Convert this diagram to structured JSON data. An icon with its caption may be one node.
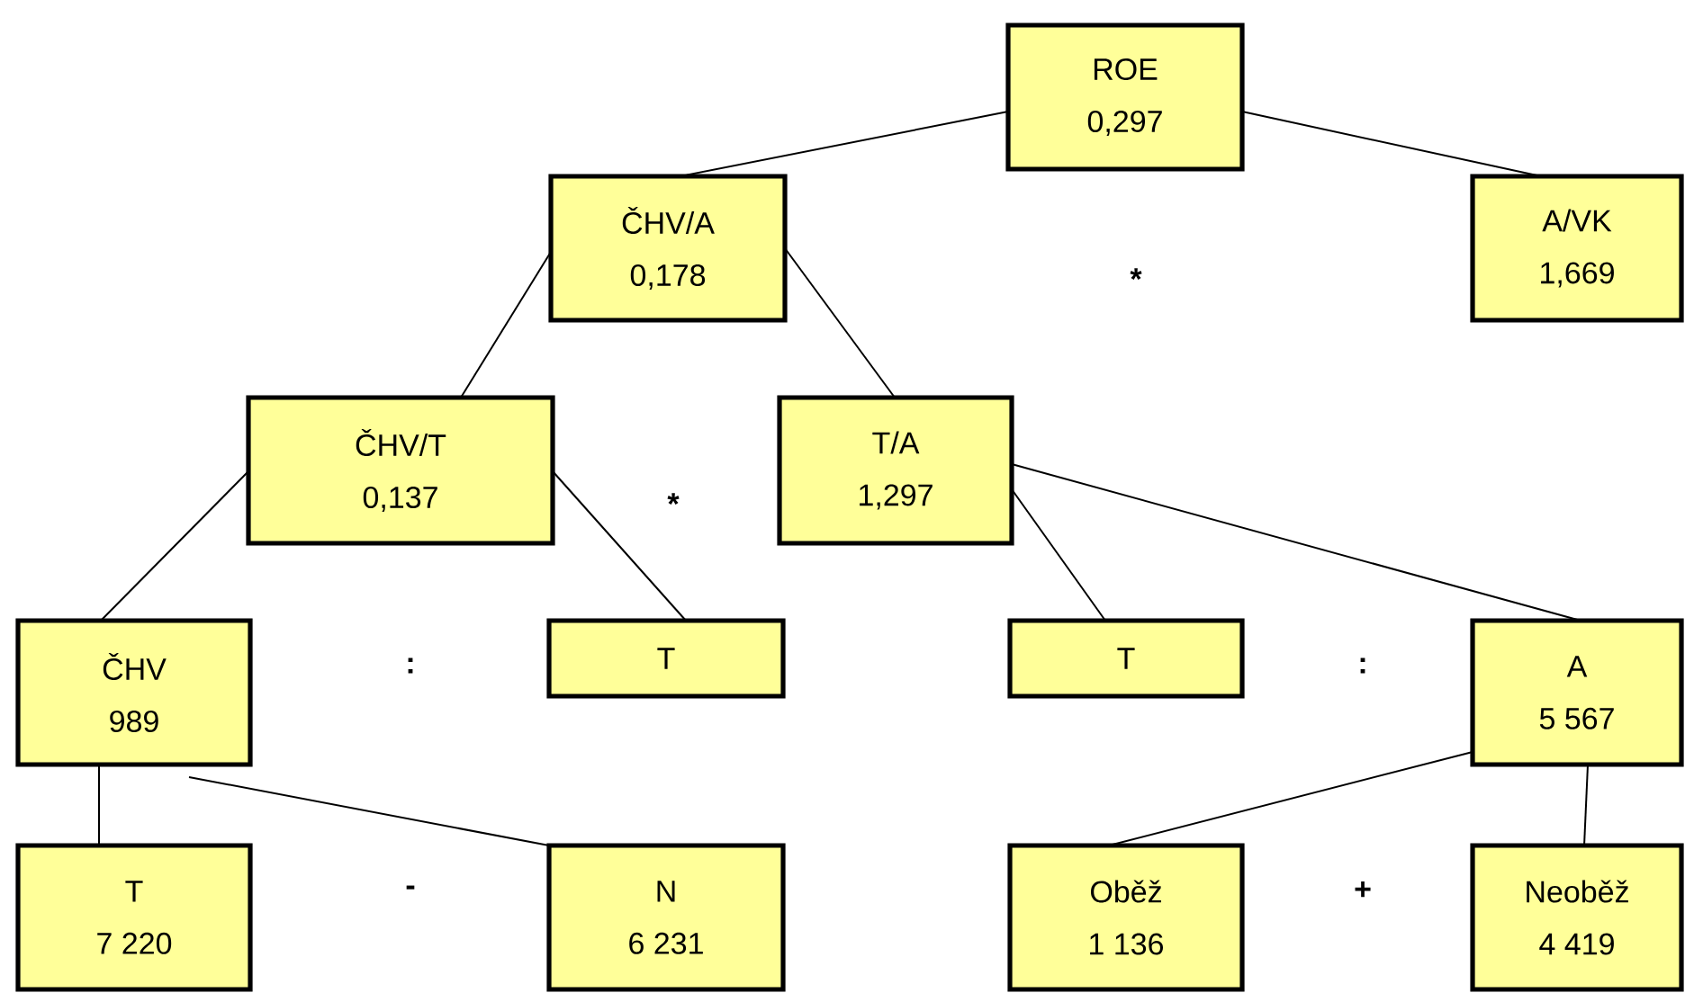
{
  "diagram": {
    "nodes": [
      {
        "text": [
          "ROE",
          "0,297"
        ]
      },
      {
        "text": [
          "ČHV/A",
          "0,178"
        ]
      },
      {
        "text": [
          "A/VK",
          "1,669"
        ]
      },
      {
        "text": [
          "ČHV/T",
          "0,137"
        ]
      },
      {
        "text": [
          "T/A",
          "1,297"
        ]
      },
      {
        "text": [
          "ČHV",
          "989"
        ]
      },
      {
        "text": [
          "T"
        ]
      },
      {
        "text": [
          "T"
        ]
      },
      {
        "text": [
          "A",
          "5 567"
        ]
      },
      {
        "text": [
          "T",
          "7 220"
        ]
      },
      {
        "text": [
          "N",
          "6 231"
        ]
      },
      {
        "text": [
          "Oběž",
          "1 136"
        ]
      },
      {
        "text": [
          "Neoběž",
          "4 419"
        ]
      }
    ],
    "edges": [
      {
        "from": 0,
        "to": 1,
        "arrow": "none"
      },
      {
        "from": 0,
        "to": 2,
        "arrow": "none"
      },
      {
        "from": 1,
        "to": 3,
        "arrow": "none"
      },
      {
        "from": 1,
        "to": 4,
        "arrow": "none"
      },
      {
        "from": 3,
        "to": 5,
        "arrow": "none"
      },
      {
        "from": 3,
        "to": 6,
        "arrow": "none"
      },
      {
        "from": 4,
        "to": 7,
        "arrow": "none"
      },
      {
        "from": 4,
        "to": 8,
        "arrow": "none"
      },
      {
        "from": 5,
        "to": 9,
        "arrow": "none"
      },
      {
        "from": 5,
        "to": 10,
        "arrow": "none"
      },
      {
        "from": 8,
        "to": 11,
        "arrow": "none"
      },
      {
        "from": 8,
        "to": 12,
        "arrow": "none"
      }
    ],
    "labels": [
      "*",
      "*",
      ":",
      ":",
      "-",
      "+"
    ]
  }
}
